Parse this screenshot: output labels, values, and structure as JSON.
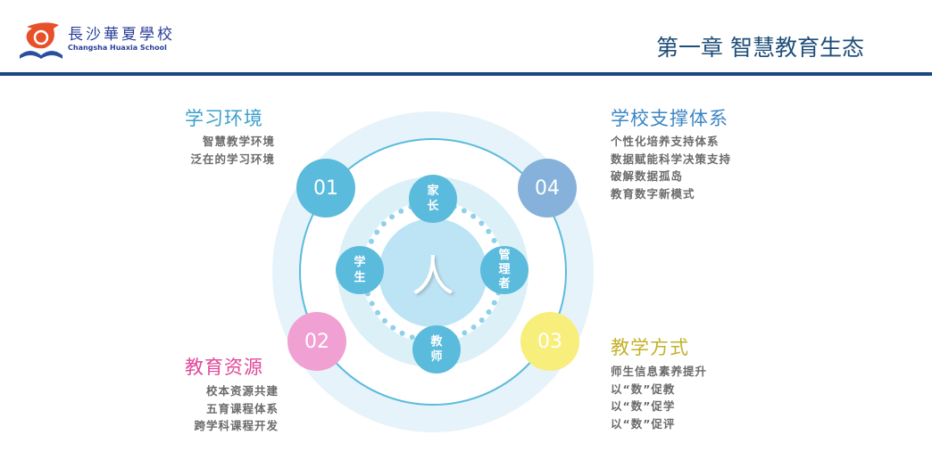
{
  "header": {
    "school_name_cn": "長沙華夏學校",
    "school_name_en": "Changsha Huaxia School",
    "title": "第一章 智慧教育生态"
  },
  "center": {
    "label": "人",
    "roles": [
      {
        "label": "家\n长"
      },
      {
        "label": "学\n生"
      },
      {
        "label": "管\n理\n者"
      },
      {
        "label": "教\n师"
      }
    ]
  },
  "sections": [
    {
      "number": "01",
      "title": "学习环境",
      "color": "#3aa0cc",
      "items": [
        "智慧教学环境",
        "泛在的学习环境"
      ]
    },
    {
      "number": "02",
      "title": "教育资源",
      "color": "#e0489a",
      "items": [
        "校本资源共建",
        "五育课程体系",
        "跨学科课程开发"
      ]
    },
    {
      "number": "03",
      "title": "教学方式",
      "color": "#c2b12a",
      "items": [
        "师生信息素养提升",
        "以“数”促教",
        "以“数”促学",
        "以“数”促评"
      ]
    },
    {
      "number": "04",
      "title": "学校支撑体系",
      "color": "#3b86c4",
      "items": [
        "个性化培养支持体系",
        "数据赋能科学决策支持",
        "破解数据孤岛",
        "教育数字新模式"
      ]
    }
  ],
  "colors": {
    "c01": "#5bbbdc",
    "c02": "#f0a0d2",
    "c03": "#f7ee7c",
    "c04": "#85b1da"
  }
}
